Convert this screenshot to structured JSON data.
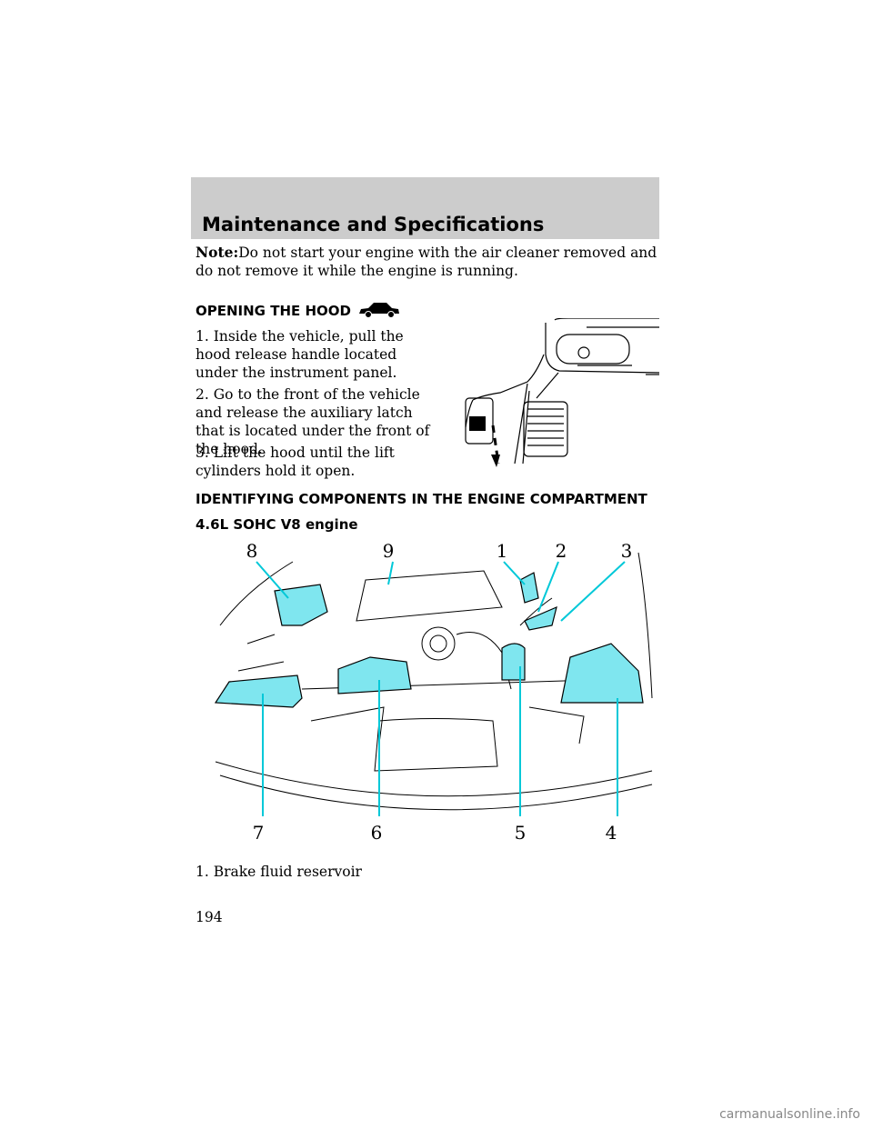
{
  "header": {
    "title": "Maintenance and Specifications"
  },
  "note": {
    "label": "Note:",
    "text": "Do not start your engine with the air cleaner removed and do not remove it while the engine is running."
  },
  "opening_hood": {
    "heading": "OPENING THE HOOD",
    "icon": "car-icon",
    "steps": [
      "1. Inside the vehicle, pull the hood release handle located under the instrument panel.",
      "2. Go to the front of the vehicle and release the auxiliary latch that is located under the front of the hood.",
      "3. Lift the hood until the lift cylinders hold it open."
    ]
  },
  "engine_section": {
    "heading": "IDENTIFYING COMPONENTS IN THE ENGINE COMPARTMENT",
    "subheading": "4.6L SOHC V8 engine",
    "highlight_color": "#7fe6ef",
    "callouts": [
      "8",
      "9",
      "1",
      "2",
      "3",
      "7",
      "6",
      "5",
      "4"
    ],
    "caption": "1. Brake fluid reservoir"
  },
  "page_number": "194",
  "footer": {
    "watermark": "carmanualsonline.info"
  }
}
